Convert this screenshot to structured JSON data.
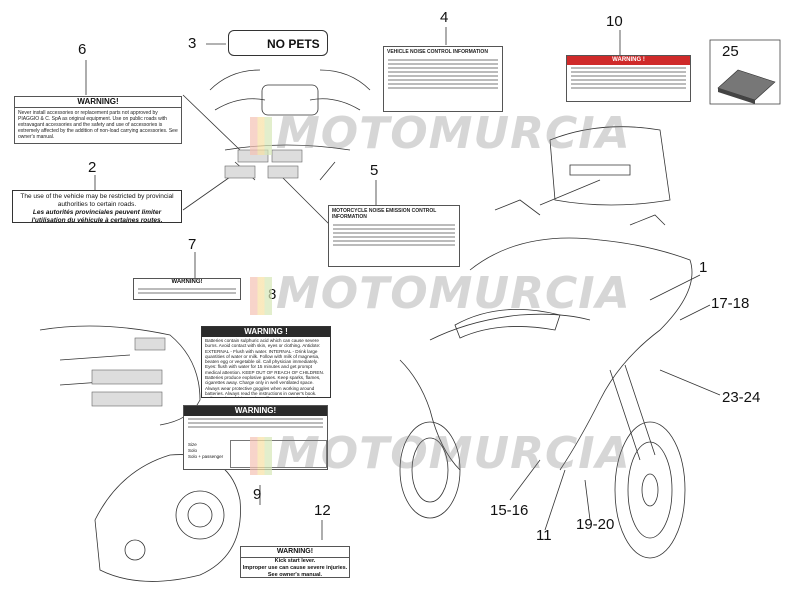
{
  "callouts": [
    "1",
    "2",
    "3",
    "4",
    "5",
    "6",
    "7",
    "8",
    "9",
    "10",
    "11",
    "12",
    "15-16",
    "17-18",
    "19-20",
    "23-24",
    "25"
  ],
  "no_pets_text": "NO PETS",
  "labels": {
    "warning_6": {
      "title": "WARNING!",
      "body": "Never install accessories or replacement parts not approved by PIAGGIO & C. SpA as original equipment. Use on public roads with extravagant accessories and the safety and use of accessories is extremely affected by the addition of non-load carrying accessories. See owner's manual."
    },
    "roads_2": {
      "en": "The use of the vehicle may be restricted by provincial authorities to certain roads.",
      "fr": "Les autorités provinciales peuvent limiter l'utilisation du véhicule à certaines routes."
    },
    "label_4": {
      "title": "VEHICLE NOISE CONTROL INFORMATION"
    },
    "label_5": {
      "title": "MOTORCYCLE NOISE EMISSION CONTROL INFORMATION"
    },
    "label_7": {
      "title": "WARNING!"
    },
    "battery_8": {
      "title": "WARNING !",
      "body": "Batteries contain sulphuric acid which can cause severe burns. Avoid contact with skin, eyes or clothing. Antidote: EXTERNAL - Flush with water. INTERNAL - Drink large quantities of water or milk. Follow with milk of magnesia, beaten egg or vegetable oil. Call physician immediately. Eyes: flush with water for 15 minutes and get prompt medical attention. KEEP OUT OF REACH OF CHILDREN. Batteries produce explosive gases. Keep sparks, flames, cigarettes away. Charge only in well ventilated space. Always wear protective goggles when working around batteries. Always read the instructions in owner's book. Failure to heed this warning will cause corrosion of electrical system."
    },
    "tyre_9": {
      "title": "WARNING!",
      "rows": [
        "Size",
        "Solo",
        "Solo + passenger"
      ]
    },
    "warning_10": {
      "title": "WARNING !"
    },
    "kick_12": {
      "title": "WARNING!",
      "line1": "Kick start lever.",
      "line2": "Improper use can cause severe injuries. See owner's manual."
    }
  },
  "watermark": "MOTOMURCIA"
}
